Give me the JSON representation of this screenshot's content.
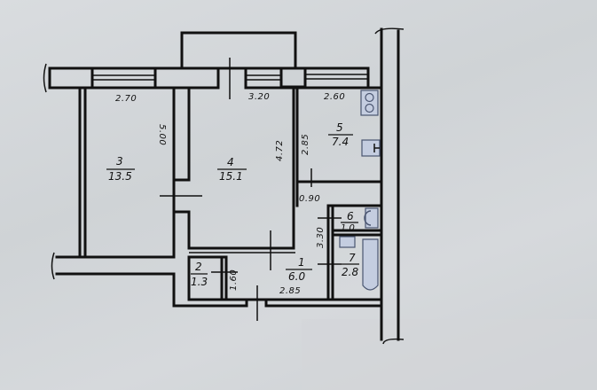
{
  "plan": {
    "type": "apartment floor plan",
    "rooms": [
      {
        "id": "1",
        "number": "1",
        "area": "6.0",
        "kind": "hallway"
      },
      {
        "id": "2",
        "number": "2",
        "area": "1.3",
        "kind": "closet"
      },
      {
        "id": "3",
        "number": "3",
        "area": "13.5",
        "kind": "room"
      },
      {
        "id": "4",
        "number": "4",
        "area": "15.1",
        "kind": "room"
      },
      {
        "id": "5",
        "number": "5",
        "area": "7.4",
        "kind": "kitchen"
      },
      {
        "id": "6",
        "number": "6",
        "area": "1.0",
        "kind": "toilet"
      },
      {
        "id": "7",
        "number": "7",
        "area": "2.8",
        "kind": "bathroom"
      }
    ],
    "dimensions": {
      "room3_width": "2.70",
      "room3_length": "5.00",
      "room4_width": "3.20",
      "room4_length": "4.72",
      "room5_width": "2.60",
      "room5_length": "2.85",
      "hall_upper_width": "0.90",
      "hall_length": "3.30",
      "hall_lower_width": "2.85",
      "closet_length": "1.60"
    }
  }
}
